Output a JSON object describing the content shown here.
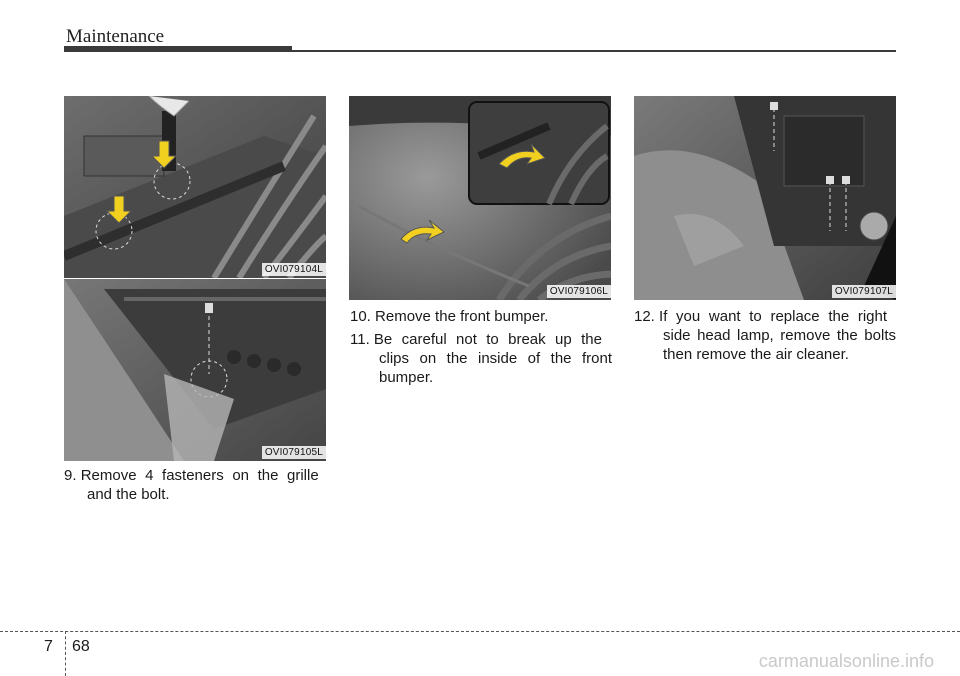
{
  "header": {
    "title": "Maintenance"
  },
  "figures": [
    {
      "label": "OVI079104L"
    },
    {
      "label": "OVI079105L"
    },
    {
      "label": "OVI079106L"
    },
    {
      "label": "OVI079107L"
    }
  ],
  "steps": {
    "s9_num": "9.",
    "s9_line1": "Remove 4 fasteners on the grille",
    "s9_line2": "and the bolt.",
    "s10_num": "10.",
    "s10_line1": "Remove the front bumper.",
    "s11_num": "11.",
    "s11_line1": "Be careful not to break up the",
    "s11_line2": "clips on the inside of the front",
    "s11_line3": "bumper.",
    "s12_num": "12.",
    "s12_line1": "If you want to replace the right",
    "s12_line2": "side head lamp, remove the bolts",
    "s12_line3": "then remove the air cleaner."
  },
  "footer": {
    "chapter": "7",
    "page": "68",
    "watermark": "carmanualsonline.info"
  },
  "colors": {
    "arrow_yellow": "#f2d020",
    "rule": "#3a3a3a"
  }
}
